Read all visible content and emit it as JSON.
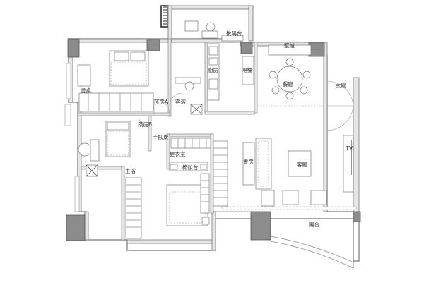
{
  "rooms": {
    "back_balcony": "後陽台",
    "kitchen": "廚房",
    "bar": "吧檯",
    "wall_cabinet": "壁爐",
    "dining": "餐廳",
    "entrance": "玄關",
    "study": "書桌",
    "kids_room_a": "孩房A",
    "guest_bath": "客浴",
    "kids_room_b": "孩房B",
    "master_bedroom": "主臥房",
    "closet": "更衣室",
    "vanity": "梳妝台",
    "master_bath": "主浴",
    "reading": "書房",
    "living": "客廳",
    "tv": "TV",
    "balcony": "陽台"
  }
}
